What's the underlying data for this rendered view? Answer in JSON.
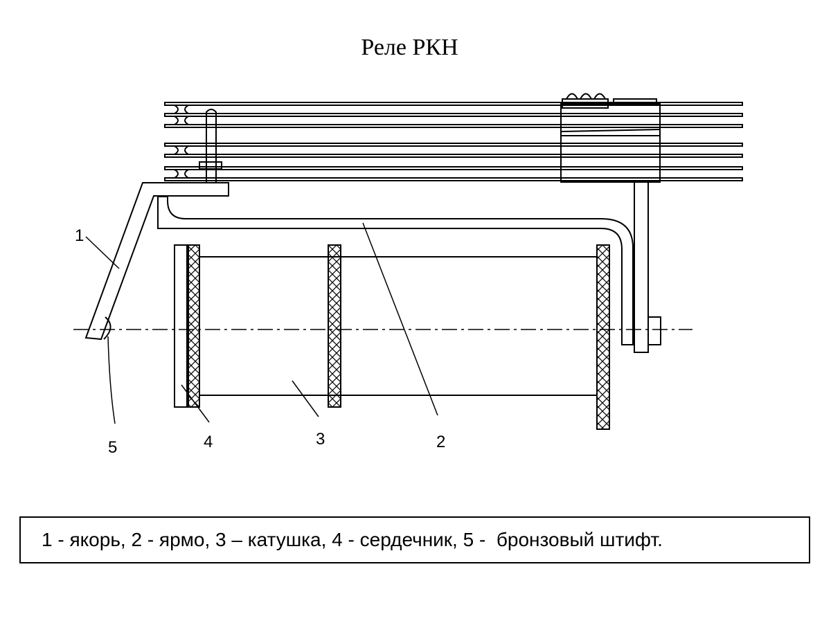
{
  "title": "Реле РКН",
  "callouts": {
    "armature": "1",
    "yoke": "2",
    "coil": "3",
    "core": "4",
    "pin": "5"
  },
  "legend": "1 - якорь, 2 - ярмо, 3 – катушка, 4 - сердечник, 5 -  бронзовый штифт."
}
